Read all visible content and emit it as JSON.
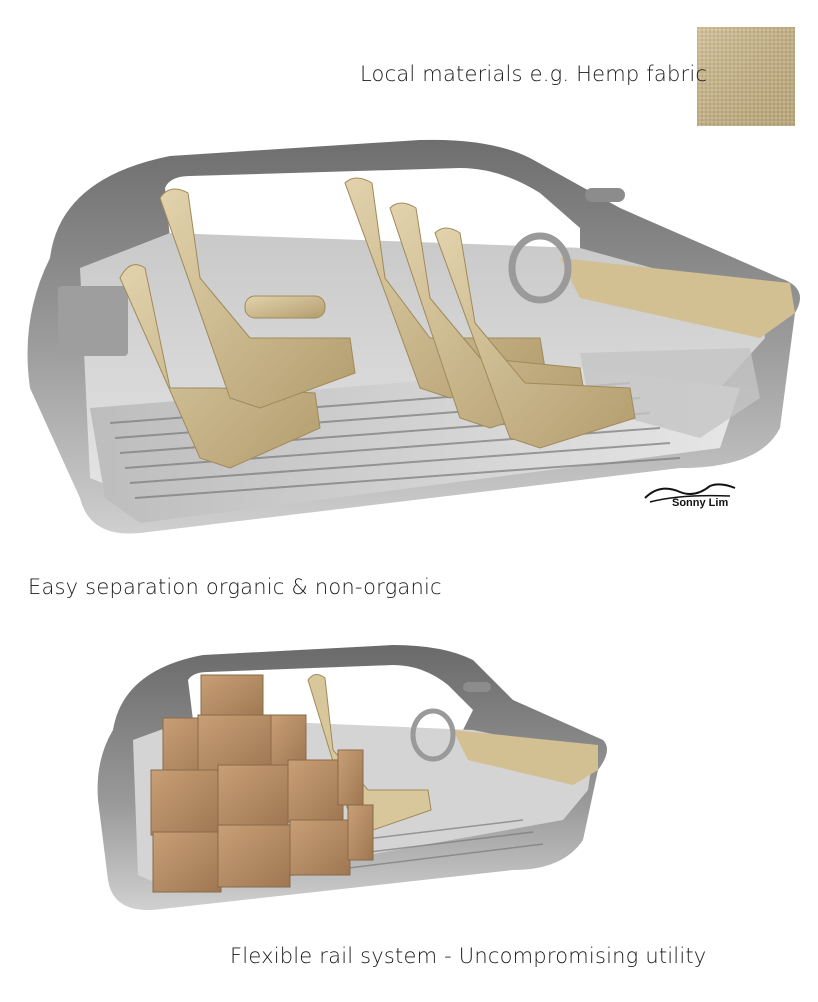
{
  "captions": {
    "materials": "Local materials e.g. Hemp fabric",
    "separation": "Easy separation organic & non-organic",
    "rail": "Flexible rail system - Uncompromising utility"
  },
  "signature": "Sonny Lim",
  "colors": {
    "hemp_fabric": "#c8b488",
    "shell_gray": "#8a8a8a",
    "floor_gray": "#b4b4b4",
    "box_cardboard": "#b48c64"
  }
}
